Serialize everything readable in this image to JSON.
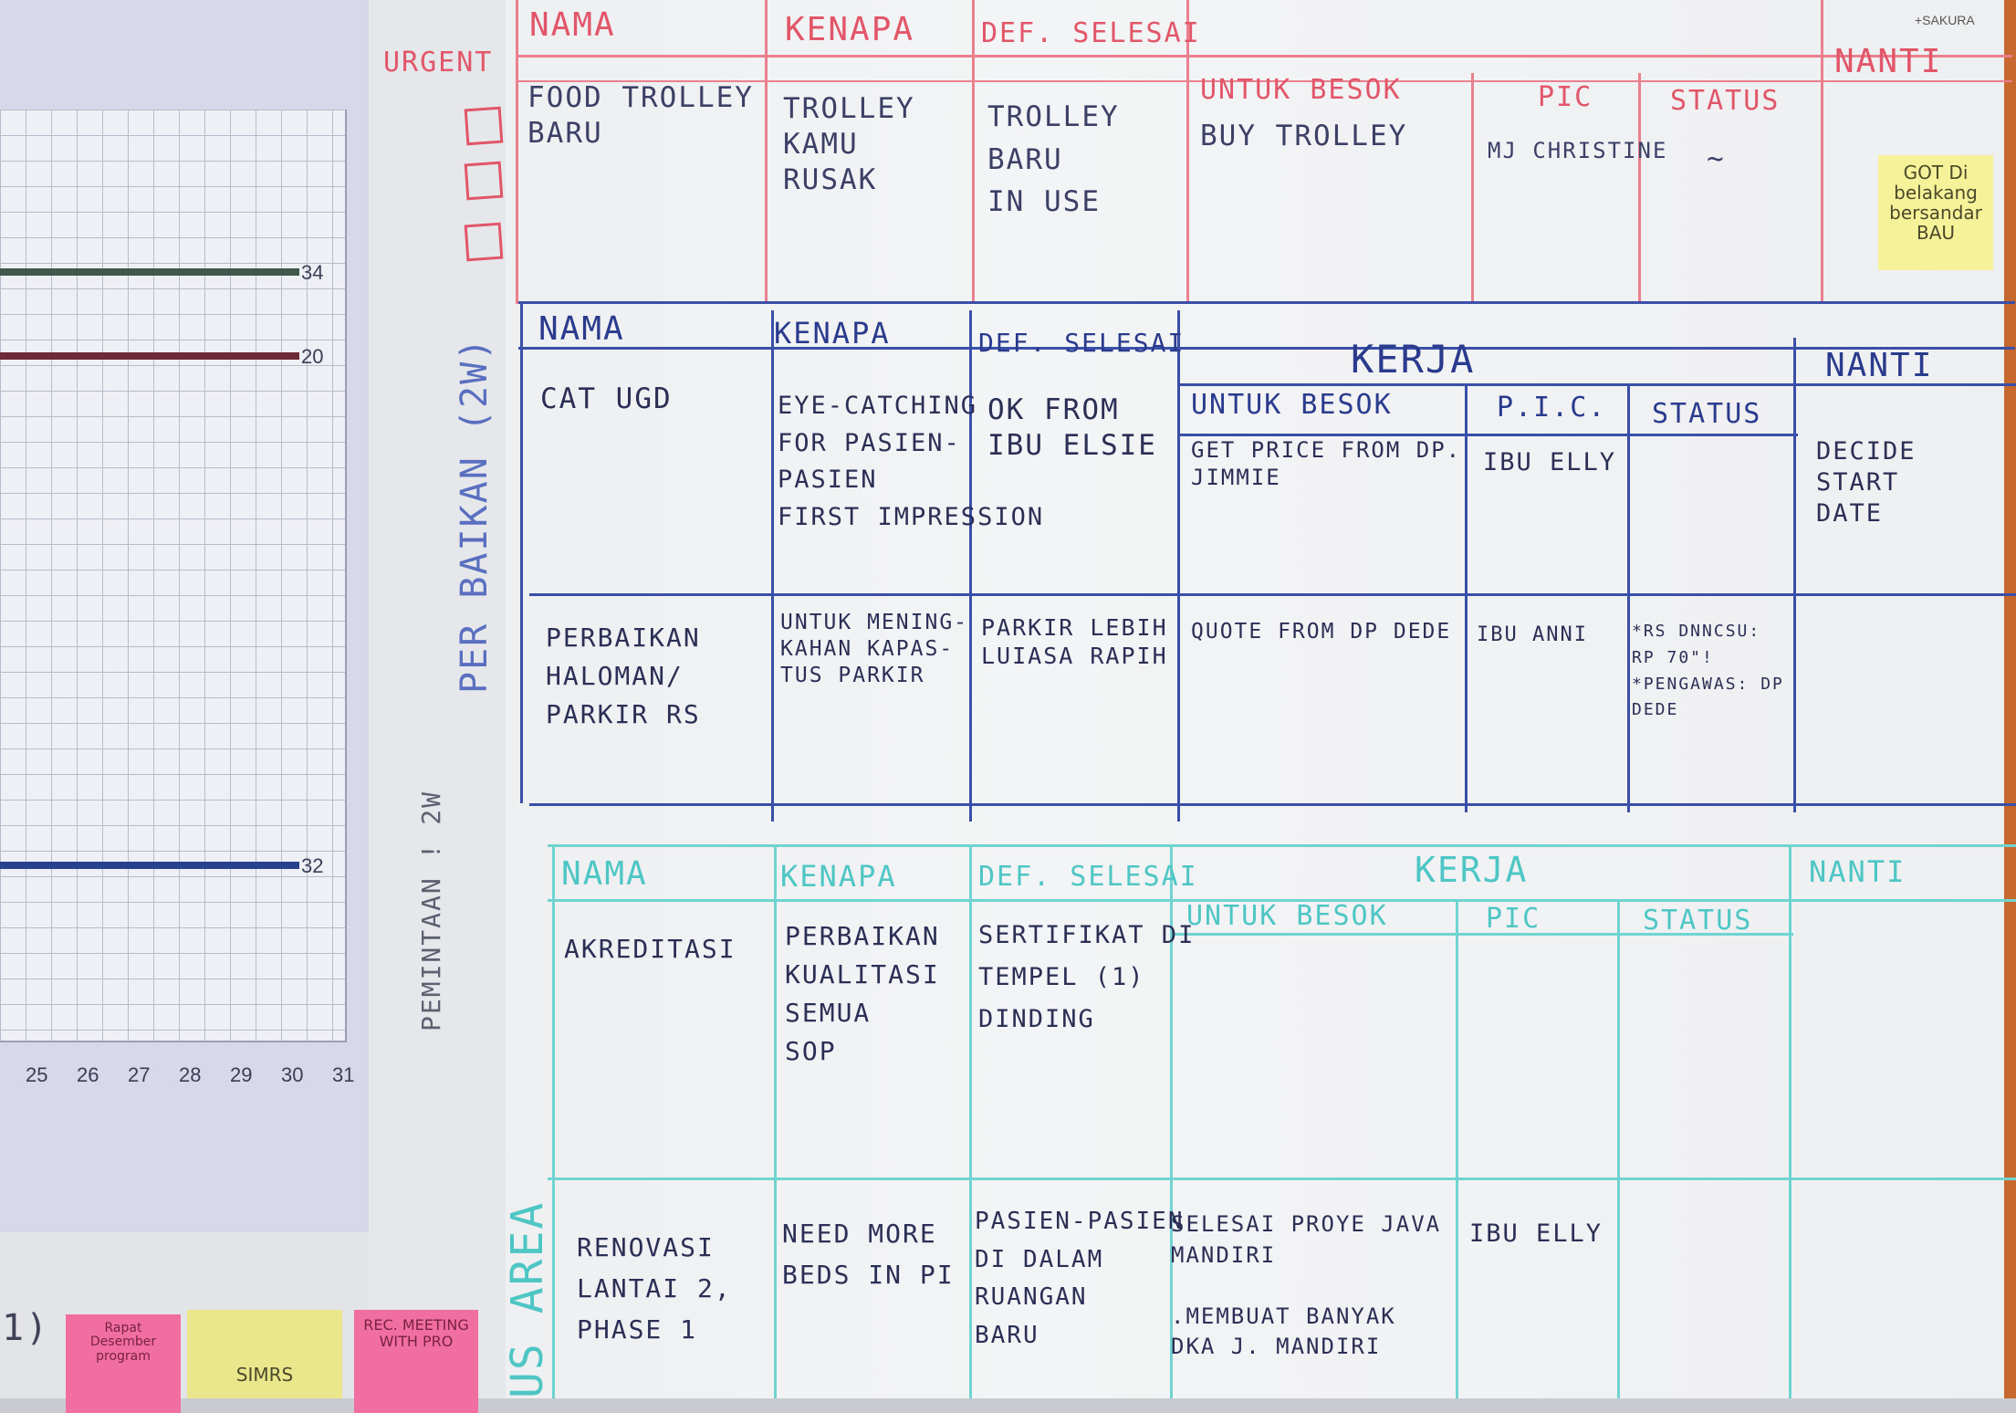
{
  "chart_data": {
    "type": "line",
    "x_ticks": [
      "25",
      "26",
      "27",
      "28",
      "29",
      "30",
      "31"
    ],
    "series": [
      {
        "values": [
          34,
          34,
          34,
          34,
          34,
          34,
          34
        ],
        "end_label": "34",
        "color": "#3f5a4c"
      },
      {
        "values": [
          20,
          20,
          20,
          20,
          20,
          20,
          20
        ],
        "end_label": "20",
        "color": "#6b2a35"
      },
      {
        "values": [
          32,
          32,
          32,
          32,
          32,
          32,
          32
        ],
        "end_label": "32",
        "color": "#27418c"
      }
    ]
  },
  "board": {
    "brand": "+SAKURA",
    "side_labels": {
      "urgent": "URGENT",
      "perbaikan": "PER BAIKAN (2W)",
      "pemintaan": "PEMINTAAN ! 2W",
      "area": "US AREA"
    },
    "sections": [
      {
        "headers": {
          "nama": "NAMA",
          "kenapa": "KENAPA",
          "def": "DEF. SELESAI",
          "untuk": "UNTUK BESOK",
          "pic": "PIC",
          "status": "STATUS",
          "nanti": "NANTI"
        },
        "row": {
          "nama": "FOOD TROLLEY\nBARU",
          "kenapa": "TROLLEY\nKAMU\nRUSAK",
          "def": "TROLLEY\nBARU\nIN USE",
          "untuk": "BUY TROLLEY",
          "pic": "MJ CHRISTINE",
          "status": "~"
        }
      },
      {
        "headers": {
          "nama": "NAMA",
          "kenapa": "KENAPA",
          "def": "DEF. SELESAI",
          "kerja": "KERJA",
          "untuk": "UNTUK BESOK",
          "pic": "P.I.C.",
          "status": "STATUS",
          "nanti": "NANTI"
        },
        "rows": [
          {
            "nama": "CAT UGD",
            "kenapa": "EYE-CATCHING\nFOR PASIEN-\nPASIEN\nFIRST IMPRESSION",
            "def": "OK FROM\nIBU ELSIE",
            "untuk": "GET PRICE FROM DP.\nJIMMIE",
            "pic": "IBU ELLY",
            "status": "",
            "nanti": "DECIDE START\nDATE"
          },
          {
            "nama": "PERBAIKAN\nHALOMAN/\nPARKIR RS",
            "kenapa": "UNTUK MENING-\nKAHAN KAPAS-\nTUS PARKIR",
            "def": "PARKIR LEBIH\nLUIASA RAPIH",
            "untuk": "QUOTE FROM DP DEDE",
            "pic": "IBU ANNI",
            "status": "*RS DNNCSU:\nRP 70\"!\n*PENGAWAS: DP\nDEDE",
            "nanti": ""
          }
        ]
      },
      {
        "headers": {
          "nama": "NAMA",
          "kenapa": "KENAPA",
          "def": "DEF. SELESAI",
          "kerja": "KERJA",
          "untuk": "UNTUK BESOK",
          "pic": "PIC",
          "status": "STATUS",
          "nanti": "NANTI"
        },
        "rows": [
          {
            "nama": "AKREDITASI",
            "kenapa": "PERBAIKAN\nKUALITASI\nSEMUA\nSOP",
            "def": "SERTIFIKAT DI\nTEMPEL (1)\nDINDING",
            "untuk": "",
            "pic": "",
            "status": ""
          },
          {
            "nama": "RENOVASI\nLANTAI 2,\nPHASE 1",
            "kenapa": "NEED MORE\nBEDS IN PI",
            "def": "PASIEN-PASIEN\nDI DALAM\nRUANGAN\nBARU",
            "untuk": "SELESAI PROYE JAVA\nMANDIRI\n\n.MEMBUAT BANYAK\nDKA J. MANDIRI",
            "pic": "IBU ELLY",
            "status": ""
          }
        ]
      }
    ],
    "sticky_top": "GOT\nDi belakang\nbersandar\nBAU",
    "bottom_notes": {
      "pink1": "Rapat\nDesember\nprogram",
      "yellow": "SIMRS",
      "pink2": "REC.\nMEETING\nWITH PRO",
      "number": "1)"
    }
  }
}
